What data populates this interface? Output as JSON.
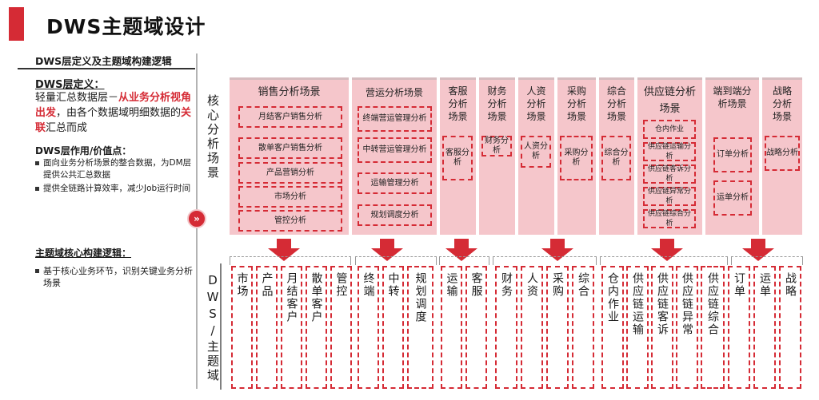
{
  "title": "DWS主题域设计",
  "left": {
    "header": "DWS层定义及主题域构建逻辑",
    "definition_label": "DWS层定义：",
    "definition_pre": "轻量汇总数据层－",
    "definition_hl1": "从业务分析视角出发",
    "definition_mid": "，由各个数据域明细数据的",
    "definition_hl2": "关联",
    "definition_post": "汇总而成",
    "role_label": "DWS层作用/价值点：",
    "role_items": [
      "面向业务分析场景的整合数据，为DM层提供公共汇总数据",
      "提供全链路计算效率，减少Job运行时间"
    ],
    "logic_label": "主题域核心构建逻辑：",
    "logic_items": [
      "基于核心业务环节，识别关键业务分析场景"
    ]
  },
  "arrow_badge": "»",
  "core_label": "核心分析场景",
  "dws_label": "DWS/主题域",
  "scenarios": [
    {
      "title": "销售分析场景",
      "items": [
        "月结客户销售分析",
        "散单客户销售分析",
        "产品营销分析",
        "市场分析",
        "管控分析"
      ]
    },
    {
      "title": "营运分析场景",
      "items": [
        "终端营运管理分析",
        "中转营运管理分析",
        "运输管理分析",
        "规划调度分析"
      ]
    },
    {
      "title": "客服分析场景",
      "items": [
        "客服分析"
      ]
    },
    {
      "title": "财务分析场景",
      "items": [
        "财务分析"
      ]
    },
    {
      "title": "人资分析场景",
      "items": [
        "人资分析"
      ]
    },
    {
      "title": "采购分析场景",
      "items": [
        "采购分析"
      ]
    },
    {
      "title": "综合分析场景",
      "items": [
        "综合分析"
      ]
    },
    {
      "title": "供应链分析场景",
      "items": [
        "仓内作业",
        "供应链运输分析",
        "供应链客诉分析",
        "供应链异常分析",
        "供应链综合分析"
      ]
    },
    {
      "title": "端到端分析场景",
      "items": [
        "订单分析",
        "运单分析"
      ]
    },
    {
      "title": "战略分析场景",
      "items": [
        "战略分析"
      ]
    }
  ],
  "dws_domains": [
    "市场",
    "产品",
    "月结客户",
    "散单客户",
    "管控",
    "终端",
    "中转",
    "规划调度",
    "运输",
    "客服",
    "财务",
    "人资",
    "采购",
    "综合",
    "仓内作业",
    "供应链运输",
    "供应链客诉",
    "供应链异常",
    "供应链综合",
    "订单",
    "运单",
    "战略"
  ]
}
